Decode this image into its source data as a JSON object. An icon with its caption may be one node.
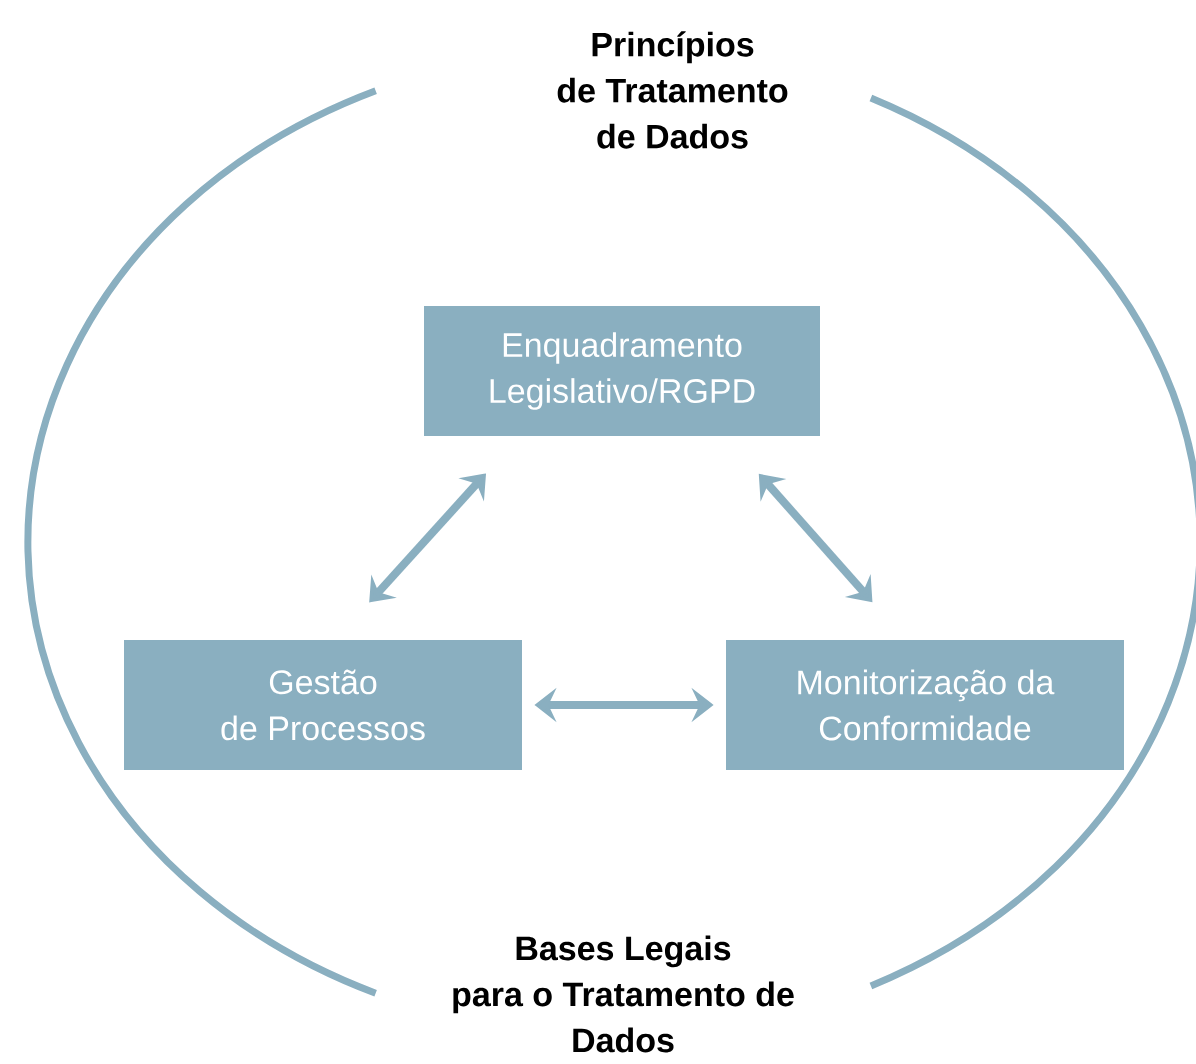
{
  "diagram": {
    "nodes": [
      {
        "text": [
          "Enquadramento Legislativo/RGPD"
        ]
      },
      {
        "text": [
          "Gestão de Processos"
        ]
      },
      {
        "text": [
          "Monitorização da Conformidade"
        ]
      }
    ],
    "edges": [
      {
        "from": 0,
        "to": 1,
        "arrow": "both"
      },
      {
        "from": 0,
        "to": 2,
        "arrow": "both"
      },
      {
        "from": 1,
        "to": 2,
        "arrow": "both"
      }
    ],
    "labels": [
      "Princípios de Tratamento de Dados",
      "Bases Legais para o Tratamento de Dados"
    ]
  }
}
